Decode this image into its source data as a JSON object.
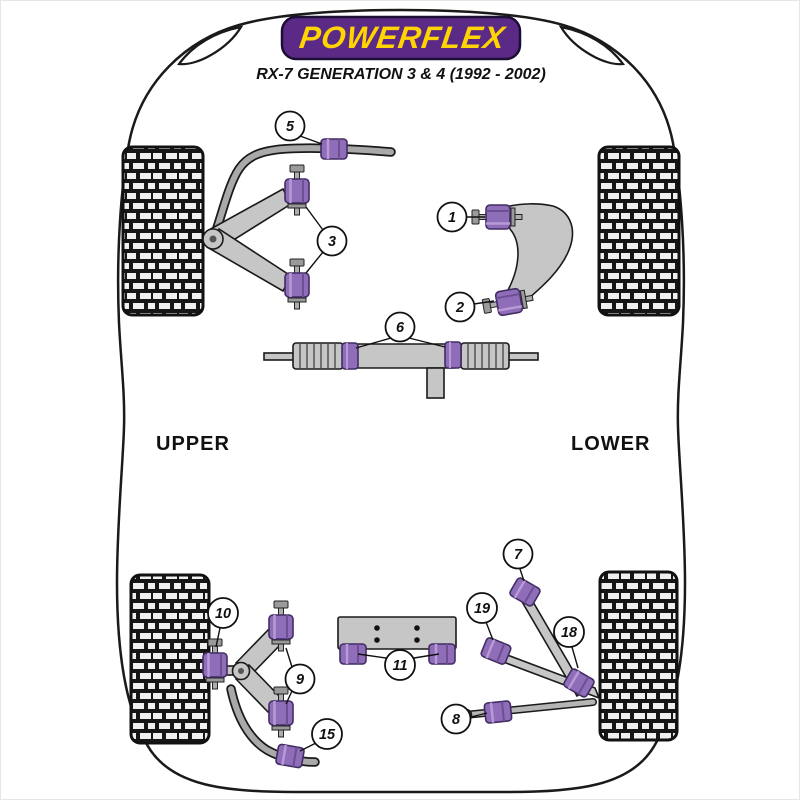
{
  "header": {
    "brand": "POWERFLEX",
    "subtitle": "RX-7 GENERATION 3 & 4 (1992 - 2002)"
  },
  "labels": {
    "upper": "UPPER",
    "lower": "LOWER"
  },
  "callouts": {
    "front_swaybar": "5",
    "front_upper_arm": "3",
    "front_lower_front": "1",
    "front_lower_rear": "2",
    "steering_rack": "6",
    "rear_upper_inner": "10",
    "rear_upper_arm": "9",
    "rear_swaybar": "15",
    "rear_subframe": "11",
    "rear_link_top": "7",
    "rear_link_front": "19",
    "rear_link_rear": "18",
    "rear_track_rod": "8"
  },
  "colors": {
    "banner_purple": "#5b2a86",
    "brand_yellow": "#ffd400",
    "bushing_purple": "#8f6db8",
    "metal_gray": "#c6c6c6",
    "tire_black": "#161616"
  }
}
